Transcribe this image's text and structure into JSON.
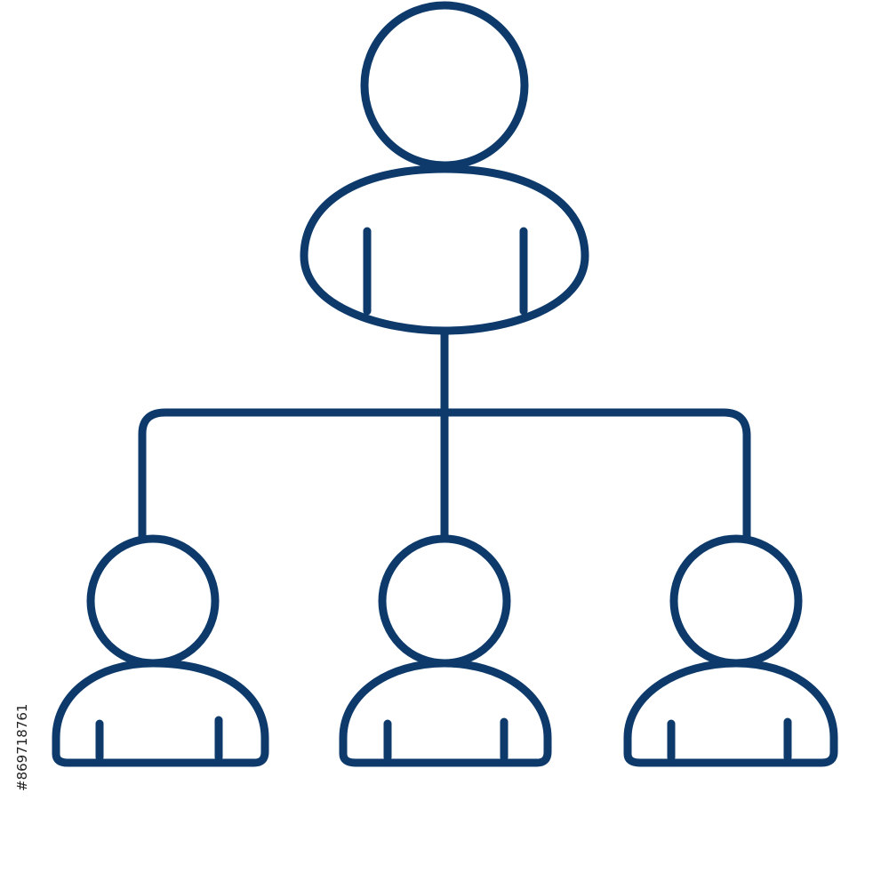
{
  "diagram": {
    "type": "org-chart",
    "stroke_color": "#0d3a6b",
    "background_color": "#ffffff",
    "nodes": [
      {
        "id": "top",
        "icon": "person-icon",
        "level": 0
      },
      {
        "id": "child-left",
        "icon": "person-icon",
        "level": 1
      },
      {
        "id": "child-center",
        "icon": "person-icon",
        "level": 1
      },
      {
        "id": "child-right",
        "icon": "person-icon",
        "level": 1
      }
    ],
    "edges": [
      {
        "from": "top",
        "to": "child-left"
      },
      {
        "from": "top",
        "to": "child-center"
      },
      {
        "from": "top",
        "to": "child-right"
      }
    ]
  },
  "watermark": {
    "stock_id": "#869718761"
  }
}
